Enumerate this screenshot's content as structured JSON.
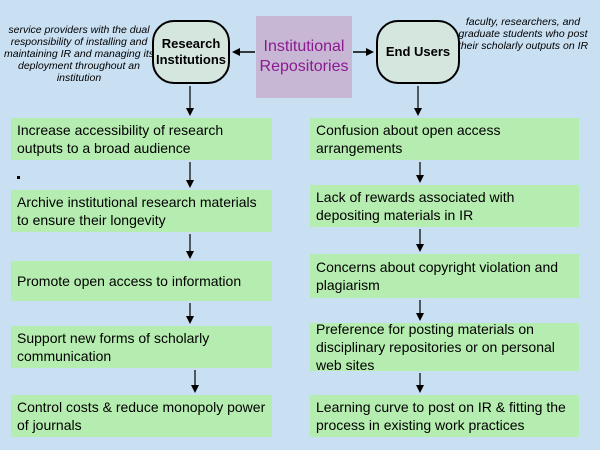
{
  "notes": {
    "left": "service providers with the dual responsibility of installing and maintaining IR and managing its deployment throughout an institution",
    "right": "faculty, researchers, and graduate students who post their scholarly outputs on IR"
  },
  "nodes": {
    "research": "Research Institutions",
    "center": "Institutional Repositories",
    "endusers": "End Users"
  },
  "left_boxes": [
    "Increase accessibility of research outputs to a broad audience",
    "Archive institutional research materials to ensure their longevity",
    "Promote open access to information",
    "Support new forms of scholarly communication",
    "Control costs & reduce monopoly power of journals"
  ],
  "right_boxes": [
    "Confusion about open access arrangements",
    "Lack of rewards associated with depositing materials in IR",
    "Concerns about copyright violation and plagiarism",
    "Preference for posting materials on disciplinary repositories or on personal web sites",
    "Learning curve to post on IR & fitting the process in existing work practices"
  ]
}
